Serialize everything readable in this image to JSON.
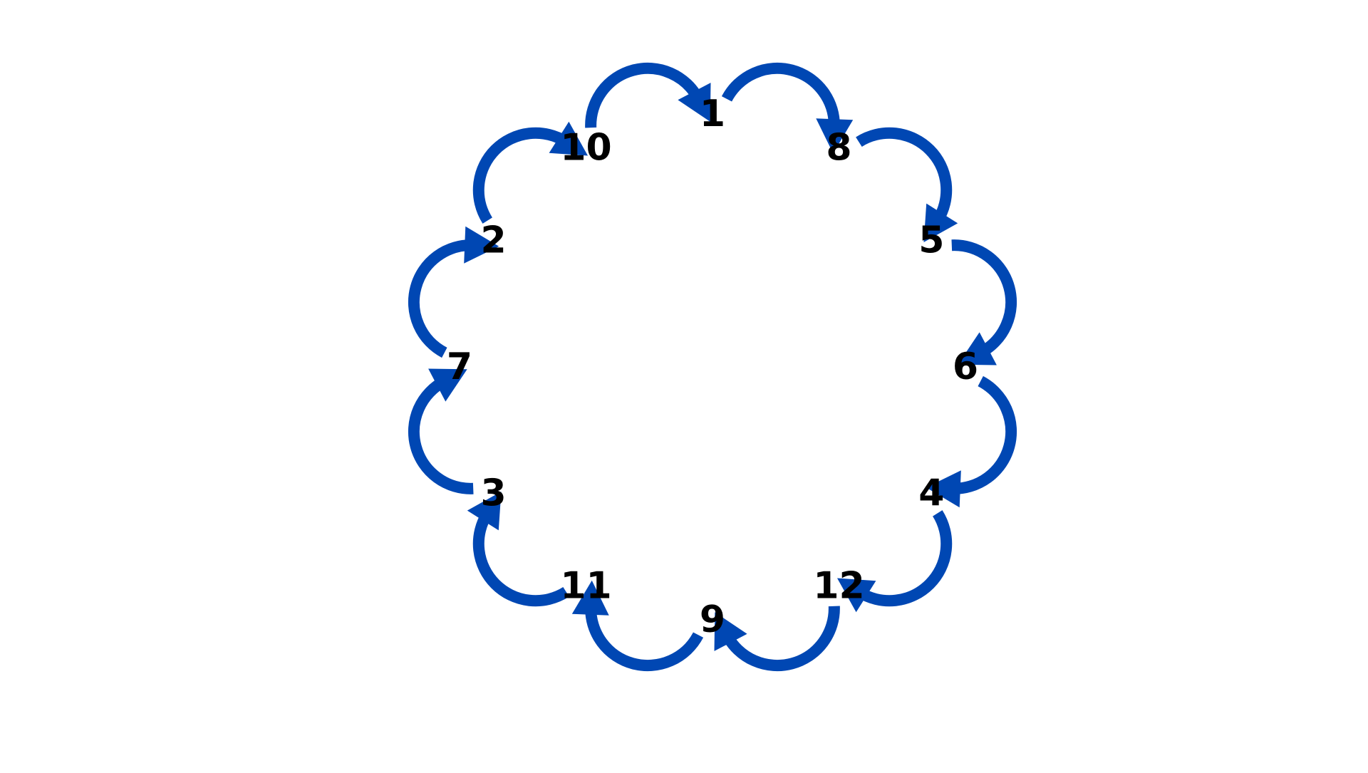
{
  "diagram": {
    "numbers": [
      "1",
      "8",
      "5",
      "6",
      "4",
      "12",
      "9",
      "11",
      "3",
      "7",
      "2",
      "10"
    ],
    "arrow_color": "#0047B3",
    "text_color": "#000000",
    "arrow_direction": "clockwise",
    "arrow-icon": "curved-arrow-icon"
  }
}
